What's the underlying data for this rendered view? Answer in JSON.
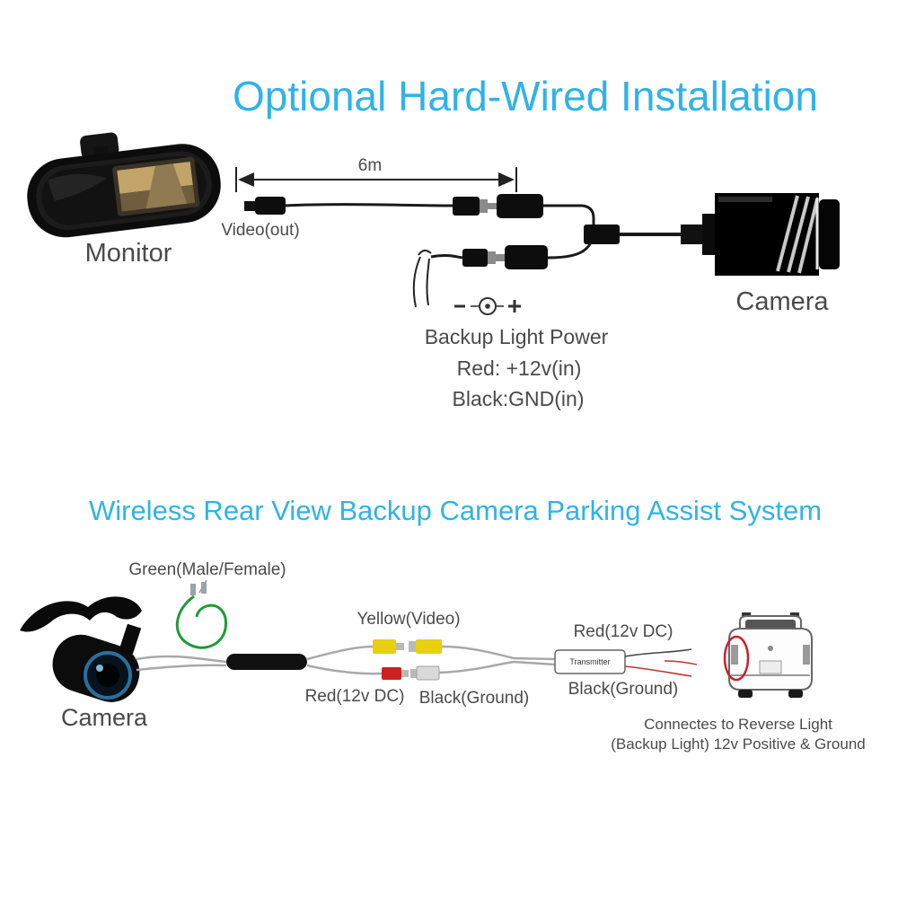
{
  "colors": {
    "title_blue": "#2fb3e8",
    "text_dark": "#4a4a4a",
    "green_wire": "#1e9c38",
    "yellow_connector": "#e8cf0f",
    "red_connector": "#cf1f1f",
    "highlight_red": "#cc2030"
  },
  "hardwired": {
    "title": "Optional Hard-Wired Installation",
    "monitor_label": "Monitor",
    "video_out_label": "Video(out)",
    "cable_length_label": "6m",
    "camera_label": "Camera",
    "power_title": "Backup Light Power",
    "power_red": "Red: +12v(in)",
    "power_black": "Black:GND(in)"
  },
  "wireless": {
    "title": "Wireless Rear View Backup Camera Parking Assist System",
    "camera_label": "Camera",
    "green_label": "Green(Male/Female)",
    "yellow_label": "Yellow(Video)",
    "red_left_label": "Red(12v DC)",
    "black_left_label": "Black(Ground)",
    "red_right_label": "Red(12v DC)",
    "black_right_label": "Black(Ground)",
    "transmitter_label": "Transmitter",
    "caption_line1": "Connectes to Reverse Light",
    "caption_line2": "(Backup Light) 12v Positive & Ground"
  }
}
